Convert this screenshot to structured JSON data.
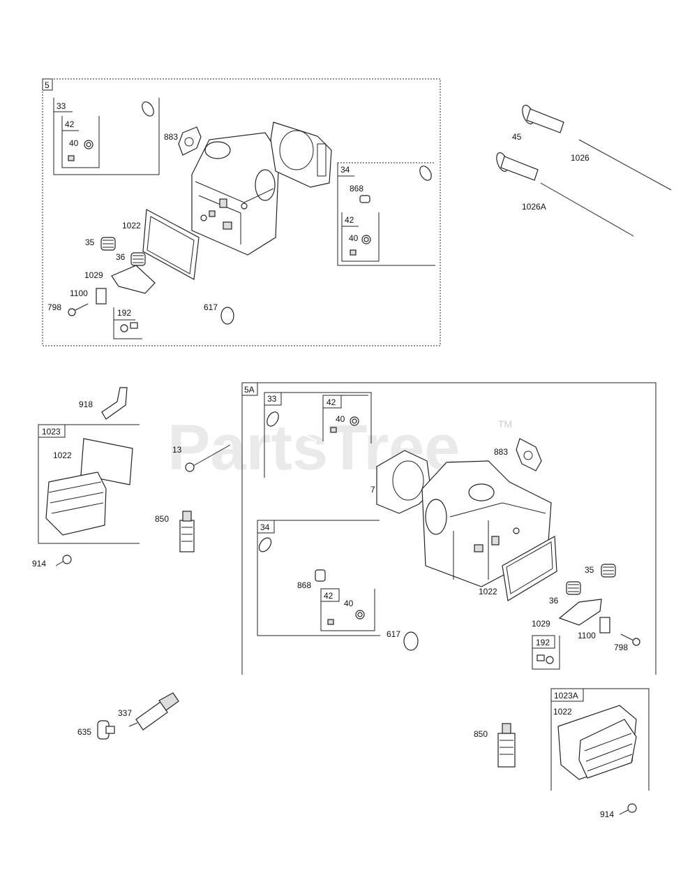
{
  "watermark": {
    "brand": "PartsTree",
    "trademark": "TM"
  },
  "groups": {
    "g5": "5",
    "g5A": "5A",
    "g33a": "33",
    "g42a": "42",
    "g34a": "34",
    "g42b": "42",
    "g192a": "192",
    "g1023": "1023",
    "g33b": "33",
    "g42c": "42",
    "g34b": "34",
    "g42d": "42",
    "g192b": "192",
    "g1023A": "1023A"
  },
  "labels": {
    "l40a": "40",
    "l883a": "883",
    "l868a": "868",
    "l40b": "40",
    "l1022a": "1022",
    "l35a": "35",
    "l36a": "36",
    "l1029a": "1029",
    "l1100a": "1100",
    "l798a": "798",
    "l617a": "617",
    "l45": "45",
    "l1026": "1026",
    "l1026A": "1026A",
    "l918": "918",
    "l1022b": "1022",
    "l13": "13",
    "l850a": "850",
    "l914a": "914",
    "l40c": "40",
    "l883b": "883",
    "l7": "7",
    "l868b": "868",
    "l40d": "40",
    "l617b": "617",
    "l1022c": "1022",
    "l35b": "35",
    "l36b": "36",
    "l1029b": "1029",
    "l1100b": "1100",
    "l798b": "798",
    "l337": "337",
    "l635": "635",
    "l850b": "850",
    "l1022d": "1022",
    "l914b": "914"
  }
}
